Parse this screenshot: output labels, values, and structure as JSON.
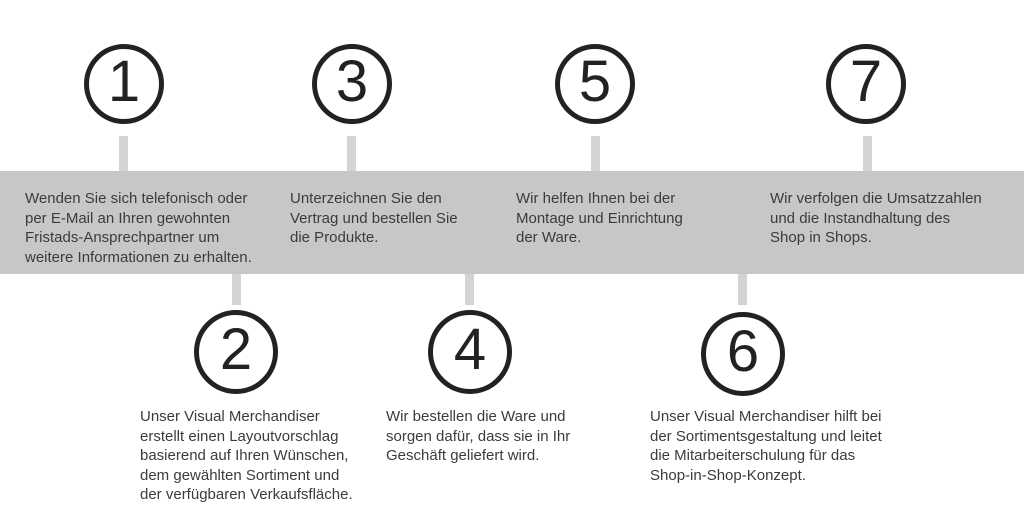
{
  "colors": {
    "background": "#ffffff",
    "band": "#c7c7c7",
    "connector": "#d4d4d4",
    "circle_border": "#222222",
    "number": "#222222",
    "text": "#3b3b3b"
  },
  "steps": [
    {
      "number": "1",
      "row": "top",
      "text": "Wenden Sie sich telefonisch oder per E-Mail an Ihren gewohnten Fristads-Ansprechpartner um weitere Informationen zu erhalten.",
      "lines": [
        "Wenden Sie sich telefonisch oder",
        "per E-Mail an Ihren gewohnten",
        "Fristads-Ansprechpartner um",
        "weitere Informationen zu erhalten."
      ]
    },
    {
      "number": "2",
      "row": "bottom",
      "text": "Unser Visual Merchandiser erstellt einen Layoutvorschlag basierend auf Ihren Wünschen, dem gewählten Sortiment und der verfügbaren Verkaufsfläche.",
      "lines": [
        "Unser Visual Merchandiser",
        "erstellt einen Layoutvorschlag",
        "basierend auf Ihren Wünschen,",
        "dem gewählten Sortiment und",
        "der verfügbaren Verkaufsfläche."
      ]
    },
    {
      "number": "3",
      "row": "top",
      "text": "Unterzeichnen Sie den Vertrag und bestellen Sie die Produkte.",
      "lines": [
        "Unterzeichnen Sie den",
        "Vertrag und bestellen Sie",
        "die Produkte."
      ]
    },
    {
      "number": "4",
      "row": "bottom",
      "text": "Wir bestellen die Ware und sorgen dafür, dass sie in Ihr Geschäft geliefert wird.",
      "lines": [
        "Wir bestellen die Ware und",
        "sorgen dafür, dass sie in Ihr",
        "Geschäft geliefert wird."
      ]
    },
    {
      "number": "5",
      "row": "top",
      "text": "Wir helfen Ihnen bei der Montage und Einrichtung der Ware.",
      "lines": [
        "Wir helfen Ihnen bei der",
        "Montage und Einrichtung",
        "der Ware."
      ]
    },
    {
      "number": "6",
      "row": "bottom",
      "text": "Unser Visual Merchandiser hilft bei der Sortimentsgestaltung und leitet die Mitarbeiterschulung für das Shop-in-Shop-Konzept.",
      "lines": [
        "Unser Visual Merchandiser hilft bei",
        "der Sortimentsgestaltung und leitet",
        "die Mitarbeiterschulung für das",
        "Shop-in-Shop-Konzept."
      ]
    },
    {
      "number": "7",
      "row": "top",
      "text": "Wir verfolgen die Umsatzzahlen und die Instandhaltung des Shop in Shops.",
      "lines": [
        "Wir verfolgen die Umsatzzahlen",
        "und die Instandhaltung des",
        "Shop in Shops."
      ]
    }
  ]
}
